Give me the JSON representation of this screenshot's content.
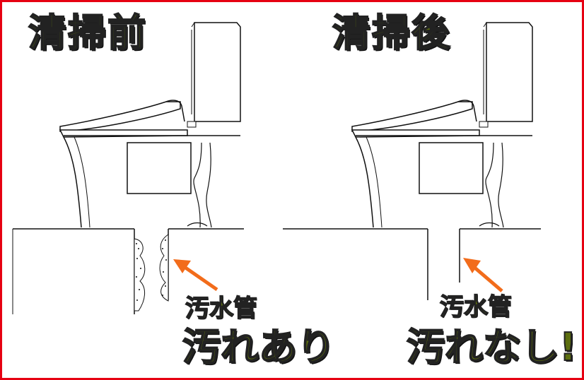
{
  "colors": {
    "frame": "#e60012",
    "text_fill": "#5c6e0f",
    "text_outline": "#222222",
    "arrow": "#f26c1b",
    "line": "#111111"
  },
  "left": {
    "title": "清掃前",
    "pipe_label": "汚水管",
    "status": "汚れあり"
  },
  "right": {
    "title": "清掃後",
    "pipe_label": "汚水管",
    "status": "汚れなし!"
  },
  "icons": {
    "arrow": "arrow-up-left-icon",
    "toilet": "toilet-icon"
  }
}
